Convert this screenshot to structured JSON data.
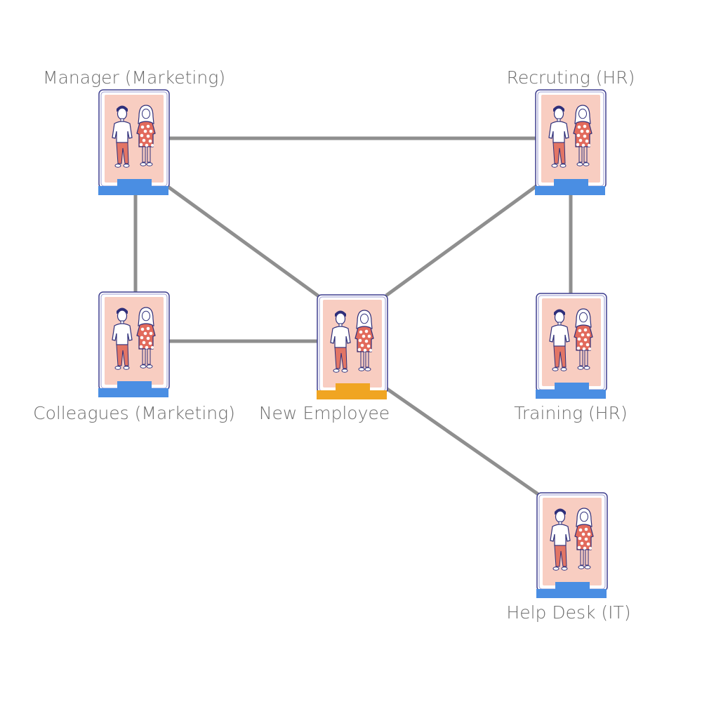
{
  "diagram": {
    "nodes": [
      {
        "id": "manager",
        "label": "Manager (Marketing)",
        "base_color": "#4a8ee3",
        "label_position": "above"
      },
      {
        "id": "recruiting",
        "label": "Recruting (HR)",
        "base_color": "#4a8ee3",
        "label_position": "above"
      },
      {
        "id": "colleagues",
        "label": "Colleagues (Marketing)",
        "base_color": "#4a8ee3",
        "label_position": "below"
      },
      {
        "id": "new-employee",
        "label": "New Employee",
        "base_color": "#f0a522",
        "label_position": "below"
      },
      {
        "id": "training",
        "label": "Training (HR)",
        "base_color": "#4a8ee3",
        "label_position": "below"
      },
      {
        "id": "helpdesk",
        "label": "Help Desk (IT)",
        "base_color": "#4a8ee3",
        "label_position": "below"
      }
    ],
    "edges": [
      {
        "from": "manager",
        "to": "recruiting"
      },
      {
        "from": "manager",
        "to": "colleagues"
      },
      {
        "from": "manager",
        "to": "new-employee"
      },
      {
        "from": "recruiting",
        "to": "new-employee"
      },
      {
        "from": "recruiting",
        "to": "training"
      },
      {
        "from": "colleagues",
        "to": "new-employee"
      },
      {
        "from": "new-employee",
        "to": "helpdesk"
      }
    ],
    "colors": {
      "edge": "#8f8f8f",
      "card_fill": "#f8cdc1",
      "card_border": "#3f3f8f",
      "figure_outline": "#2e2f7a",
      "shirt": "#ffffff",
      "pants": "#e27565",
      "dress": "#e26a5c",
      "hair_dark": "#2e2f7a"
    }
  }
}
